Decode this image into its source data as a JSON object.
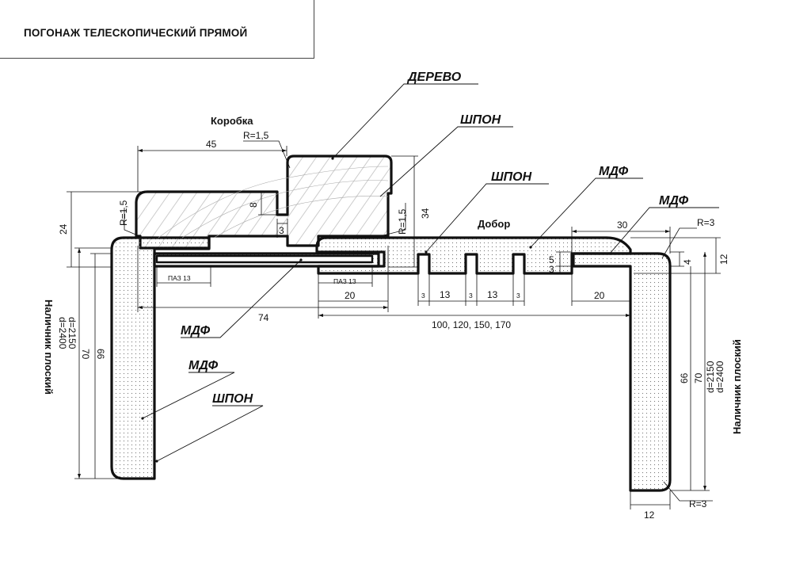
{
  "title": "ПОГОНАЖ ТЕЛЕСКОПИЧЕСКИЙ ПРЯМОЙ",
  "materials": {
    "wood": "ДЕРЕВО",
    "veneer_top": "ШПОН",
    "veneer_dobor": "ШПОН",
    "mdf_dobor": "МДФ",
    "mdf_right_casing": "МДФ",
    "mdf_left_strip": "МДФ",
    "mdf_left_casing": "МДФ",
    "veneer_left": "ШПОН"
  },
  "parts": {
    "box": "Коробка",
    "dobor": "Добор",
    "casing_left": "Наличник плоский",
    "casing_right": "Наличник плоский"
  },
  "dims": {
    "w45": "45",
    "r_box_top": "R=1,5",
    "r_box_left": "R=1,5",
    "r_box_right": "R=1,5",
    "h8": "8",
    "w3_box": "3",
    "h24": "24",
    "h34": "34",
    "groove_left": "ПАЗ 13",
    "groove_right": "ПАЗ 13",
    "w74": "74",
    "w20_left": "20",
    "w_dobor": "100, 120, 150, 170",
    "g3a": "3",
    "g13a": "13",
    "g3b": "3",
    "g13b": "13",
    "g3c": "3",
    "h5": "5",
    "h3": "3",
    "w30": "30",
    "r3_top": "R=3",
    "h4": "4",
    "h12": "12",
    "w20_right": "20",
    "left_h70": "70",
    "left_h66": "66",
    "left_d1": "d=2150",
    "left_d2": "d=2400",
    "right_h66": "66",
    "right_h70": "70",
    "right_d1": "d=2150",
    "right_d2": "d=2400",
    "w12_bottom": "12",
    "r3_bottom": "R=3"
  }
}
